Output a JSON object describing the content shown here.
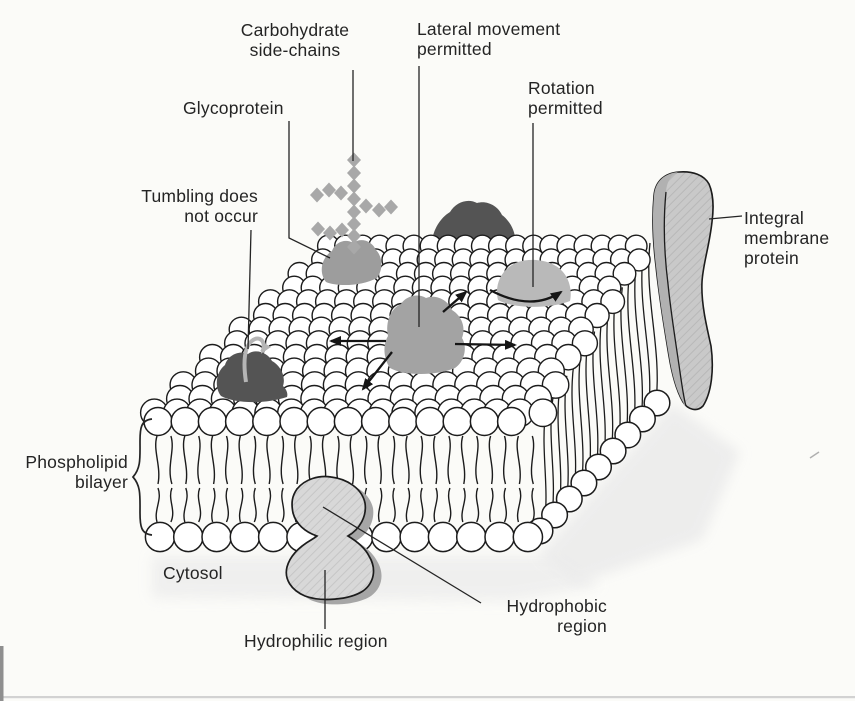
{
  "labels": {
    "carbohydrate_side_chains": {
      "line1": "Carbohydrate",
      "line2": "side-chains"
    },
    "lateral_movement": {
      "line1": "Lateral movement",
      "line2": "permitted"
    },
    "rotation": {
      "line1": "Rotation",
      "line2": "permitted"
    },
    "glycoprotein": {
      "text": "Glycoprotein"
    },
    "tumbling": {
      "line1": "Tumbling does",
      "line2": "not occur"
    },
    "integral_protein": {
      "line1": "Integral",
      "line2": "membrane",
      "line3": "protein"
    },
    "phospholipid_bilayer": {
      "line1": "Phospholipid",
      "line2": "bilayer"
    },
    "cytosol": {
      "text": "Cytosol"
    },
    "hydrophilic": {
      "text": "Hydrophilic region"
    },
    "hydrophobic": {
      "line1": "Hydrophobic",
      "line2": "region"
    }
  },
  "colors": {
    "background": "#fbfbf8",
    "ink": "#1c1c1c",
    "head_fill": "#ffffff",
    "protein_dark": "#545454",
    "protein_mid": "#a3a3a3",
    "protein_dome": "#b9b9b9",
    "protein_side": "#b1b1b1",
    "glyco": "#9d9d9d",
    "carbohydrate_diamond": "#a8a8a8",
    "tumble_arrow": "#b5b5b5",
    "shadow": "#ebebeb"
  }
}
